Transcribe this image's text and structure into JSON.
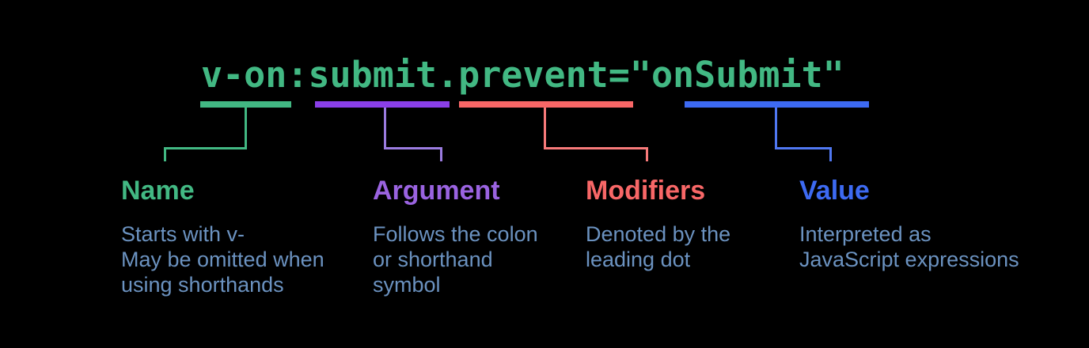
{
  "diagram": {
    "code": "v-on:submit.prevent=\"onSubmit\""
  },
  "colors": {
    "background": "#000000",
    "code": "#42b883",
    "description": "#6b92c0"
  },
  "annotations": [
    {
      "id": "name",
      "label": "Name",
      "description": "Starts with v-\nMay be omitted when\nusing shorthands",
      "bar_color": "#42b883",
      "line_color": "#42b883",
      "label_color": "#42b883"
    },
    {
      "id": "argument",
      "label": "Argument",
      "description": "Follows the colon\nor shorthand\nsymbol",
      "bar_color": "#8a3fe8",
      "line_color": "#9b7ce0",
      "label_color": "#9a63e0"
    },
    {
      "id": "modifiers",
      "label": "Modifiers",
      "description": "Denoted by the\nleading dot",
      "bar_color": "#f86767",
      "line_color": "#f87a7a",
      "label_color": "#f86767"
    },
    {
      "id": "value",
      "label": "Value",
      "description": "Interpreted as\nJavaScript expressions",
      "bar_color": "#3d6af2",
      "line_color": "#5078f2",
      "label_color": "#3d6af2"
    }
  ]
}
